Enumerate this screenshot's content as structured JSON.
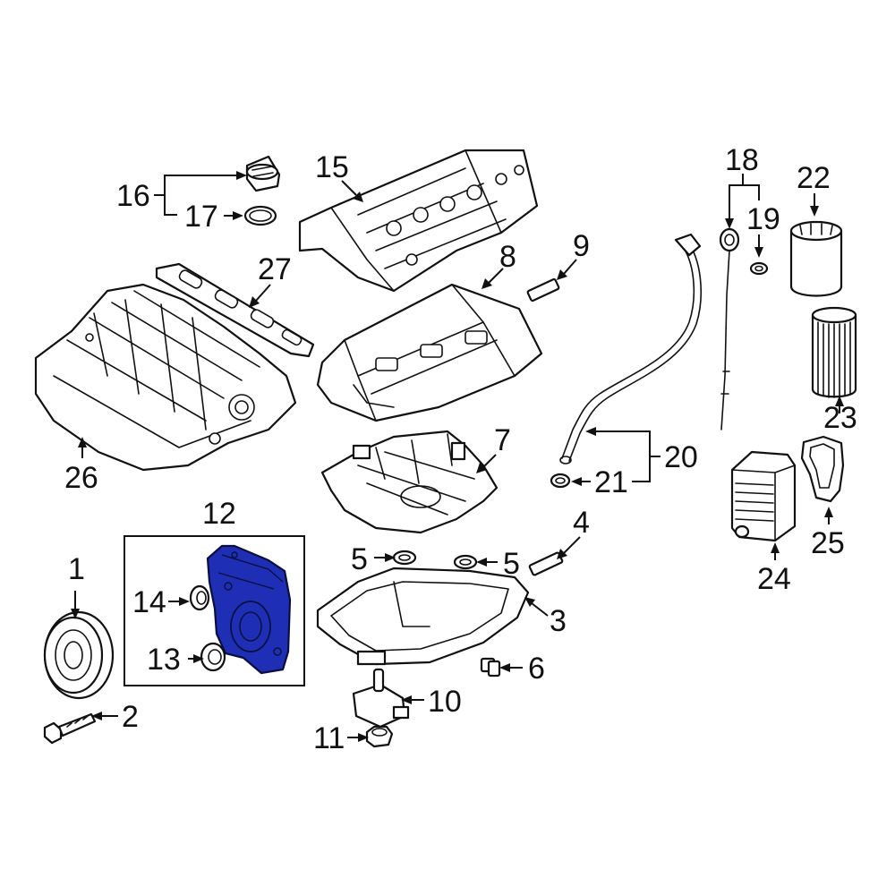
{
  "colors": {
    "highlight": "#1f2fb5",
    "line": "#111111",
    "background": "#ffffff"
  },
  "callouts": {
    "c1": "1",
    "c2": "2",
    "c3": "3",
    "c4": "4",
    "c5a": "5",
    "c5b": "5",
    "c6": "6",
    "c7": "7",
    "c8": "8",
    "c9": "9",
    "c10": "10",
    "c11": "11",
    "c12": "12",
    "c13": "13",
    "c14": "14",
    "c15": "15",
    "c16": "16",
    "c17": "17",
    "c18": "18",
    "c19": "19",
    "c20": "20",
    "c21": "21",
    "c22": "22",
    "c23": "23",
    "c24": "24",
    "c25": "25",
    "c26": "26",
    "c27": "27"
  },
  "highlighted_part": "12"
}
